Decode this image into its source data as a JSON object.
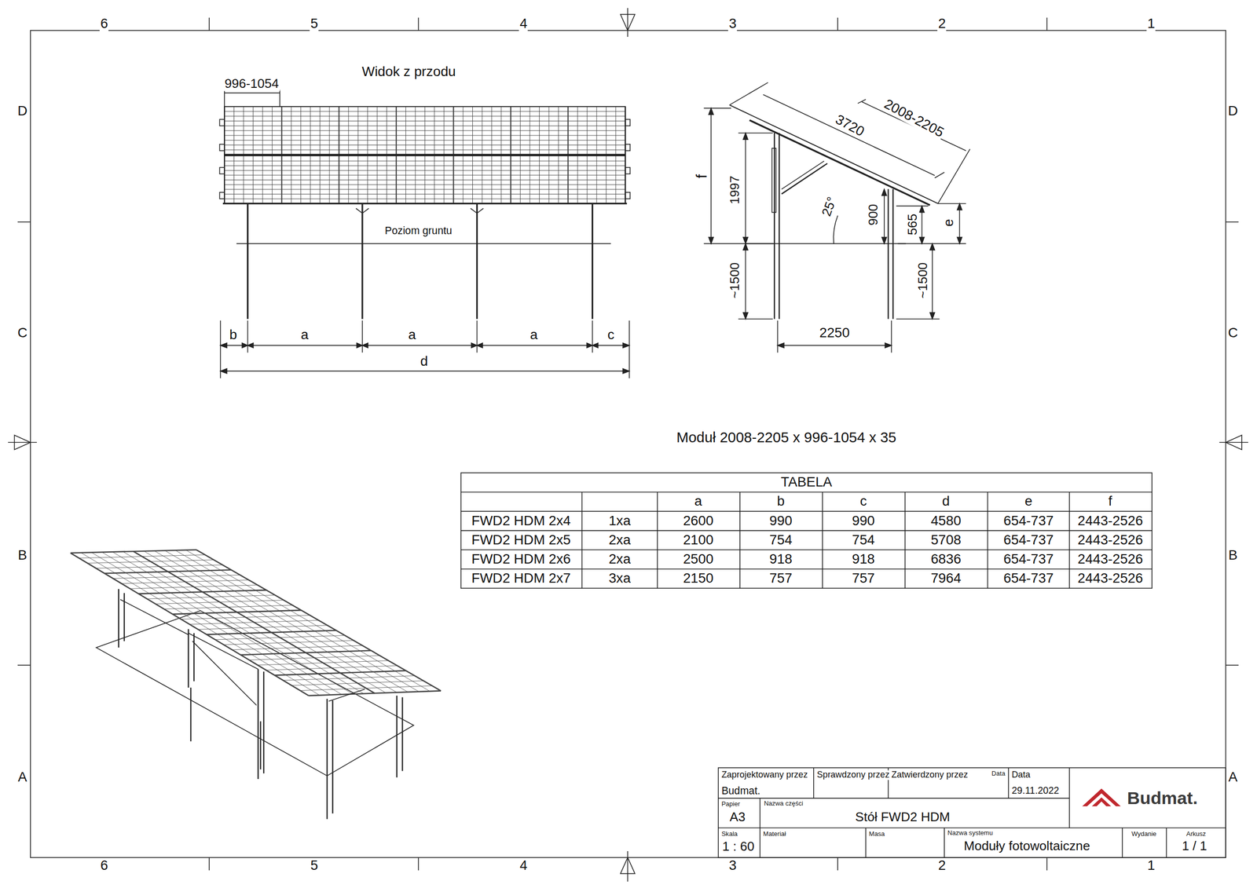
{
  "diagram": {
    "labels": [
      "6",
      "5",
      "4",
      "3",
      "2",
      "1",
      "6",
      "5",
      "4",
      "3",
      "2",
      "1",
      "D",
      "C",
      "B",
      "A",
      "D",
      "C",
      "B",
      "A",
      "Widok z przodu",
      "996-1054",
      "Poziom gruntu",
      "b",
      "a",
      "a",
      "a",
      "c",
      "d",
      "f",
      "1997",
      "~1500",
      "3720",
      "2008-2205",
      "25°",
      "900",
      "565",
      "e",
      "~1500",
      "2250",
      "Moduł 2008-2205 x 996-1054 x 35",
      "TABELA",
      "a",
      "b",
      "c",
      "d",
      "e",
      "f",
      "FWD2 HDM 2x4",
      "1xa",
      "2600",
      "990",
      "990",
      "4580",
      "654-737",
      "2443-2526",
      "FWD2 HDM 2x5",
      "2xa",
      "2100",
      "754",
      "754",
      "5708",
      "654-737",
      "2443-2526",
      "FWD2 HDM 2x6",
      "2xa",
      "2500",
      "918",
      "918",
      "6836",
      "654-737",
      "2443-2526",
      "FWD2 HDM 2x7",
      "3xa",
      "2150",
      "757",
      "757",
      "7964",
      "654-737",
      "2443-2526",
      "Zaprojektowany przez",
      "Sprawdzony przez",
      "Zatwierdzony przez",
      "Data",
      "Data",
      "Budmat.",
      "29.11.2022",
      "Papier",
      "A3",
      "Nazwa części",
      "Stół FWD2 HDM",
      "Skala",
      "1 : 60",
      "Materiał",
      "Masa",
      "Nazwa systemu",
      "Moduły fotowoltaiczne",
      "Wydanie",
      "Arkusz",
      "1 / 1",
      "Budmat."
    ]
  }
}
